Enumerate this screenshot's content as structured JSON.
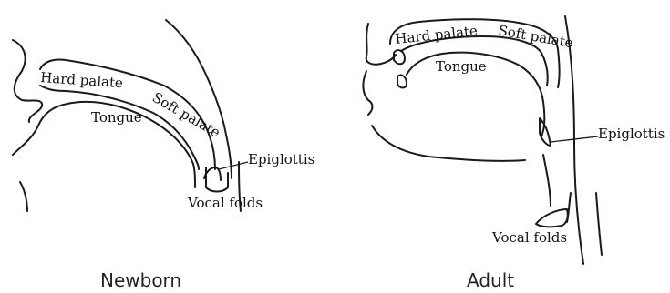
{
  "newborn": {
    "caption": "Newborn",
    "labels": {
      "hard_palate": "Hard palate",
      "soft_palate": "Soft palate",
      "tongue": "Tongue",
      "epiglottis": "Epiglottis",
      "vocal_folds": "Vocal folds"
    }
  },
  "adult": {
    "caption": "Adult",
    "labels": {
      "hard_palate": "Hard palate",
      "soft_palate": "Soft palate",
      "tongue": "Tongue",
      "epiglottis": "Epiglottis",
      "vocal_folds": "Vocal folds"
    }
  }
}
